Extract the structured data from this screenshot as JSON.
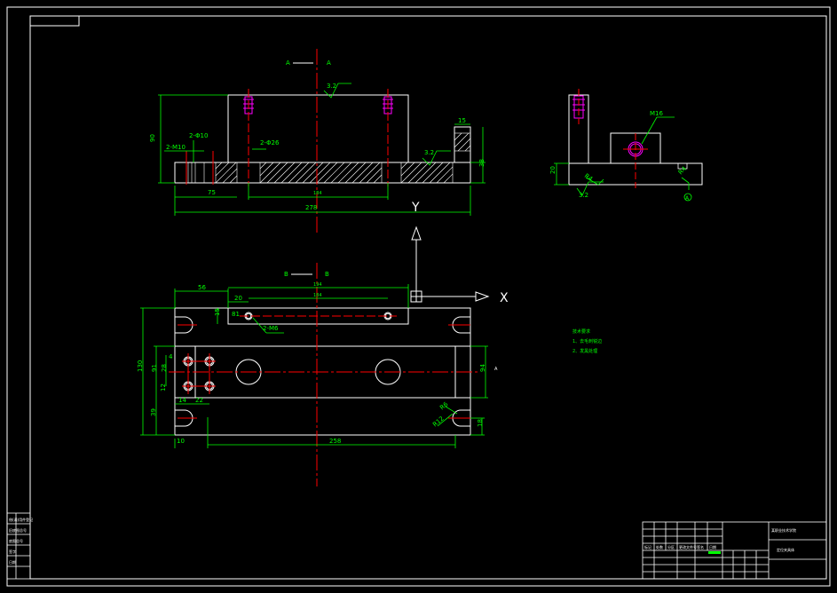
{
  "colors": {
    "background": "#000000",
    "outline": "#ffffff",
    "dimension": "#00ff00",
    "centerline": "#ff0000",
    "thread": "#ff00ff",
    "arrow": "#00ffff"
  },
  "sections": {
    "aa_left": "A",
    "aa_right": "A",
    "bb_left": "B",
    "bb_right": "B"
  },
  "axes": {
    "y": "Y",
    "x": "X"
  },
  "front_view": {
    "dim_90": "90",
    "dim_2m10": "2-M10",
    "dim_2phi10": "2-Φ10",
    "dim_2phi26": "2-Φ26",
    "dim_15": "15",
    "dim_38": "38",
    "dim_75": "75",
    "dim_184": "184",
    "dim_278": "278",
    "rough_32a": "3.2",
    "rough_32b": "3.2"
  },
  "side_view": {
    "dim_m16": "M16",
    "dim_20": "20",
    "dim_r4": "R4",
    "dim_r4b": "R4",
    "rough_32": "3.2",
    "datum": "A"
  },
  "top_view": {
    "dim_56": "56",
    "dim_20": "20",
    "dim_184": "184",
    "dim_194": "194",
    "dim_15": "15",
    "dim_81": "81",
    "dim_2m6": "2-M6",
    "dim_130": "130",
    "dim_91": "91",
    "dim_28": "28",
    "dim_4": "4",
    "dim_12": "12",
    "dim_14": "14",
    "dim_22": "22",
    "dim_39": "39",
    "dim_10": "10",
    "dim_258": "258",
    "dim_94": "94",
    "dim_18": "18",
    "dim_r6": "R6",
    "dim_r12": "R12",
    "datum_note": "A"
  },
  "notes": {
    "title": "技术要求",
    "line1": "1、去毛刺锐边",
    "line2": "2、发黑处理"
  },
  "title_block": {
    "school": "某职业技术学院",
    "part_name": "定位夹具体",
    "row_labels": [
      "标记",
      "处数",
      "分区",
      "更改文件号",
      "签名",
      "日期"
    ],
    "left_block": [
      "借(通)用件登记",
      "旧底图总号",
      "底图总号",
      "签字",
      "日期"
    ]
  }
}
